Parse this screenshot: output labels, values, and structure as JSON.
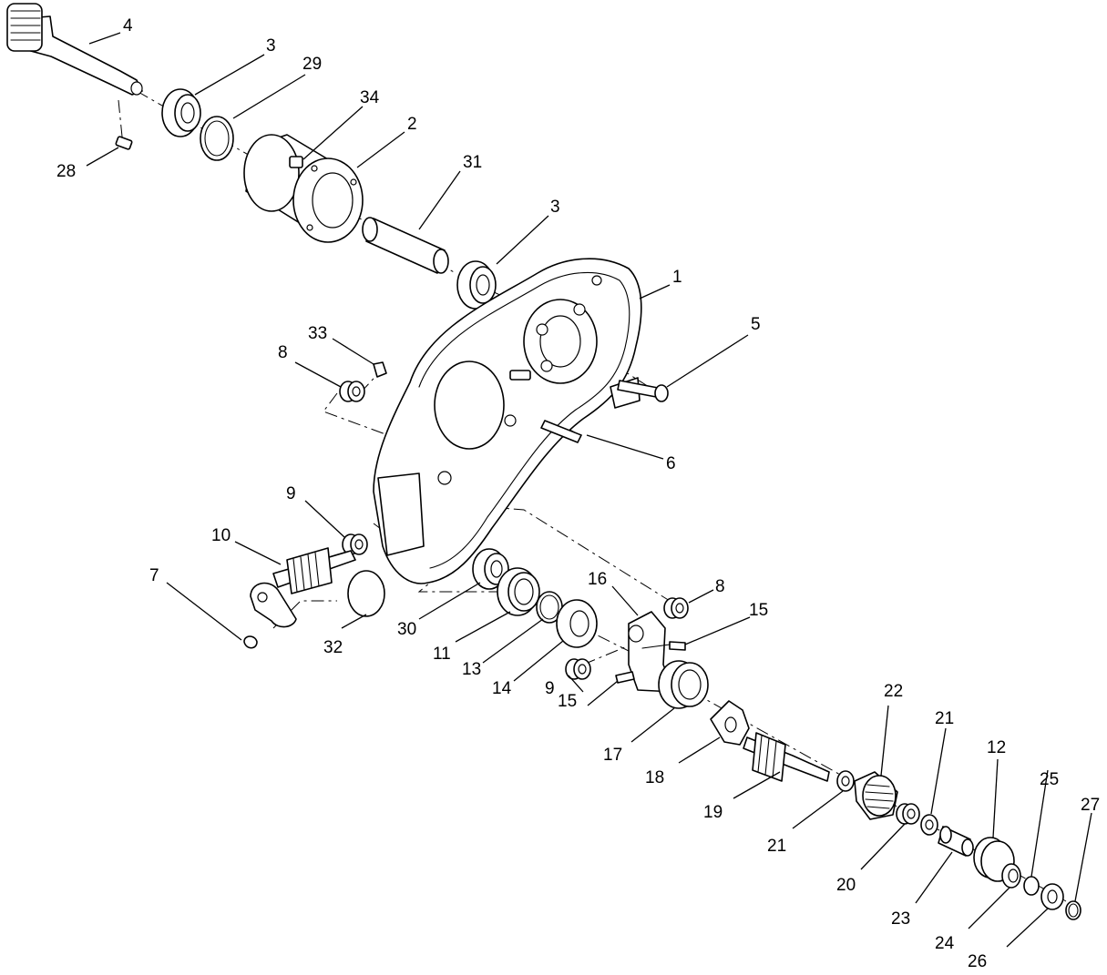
{
  "callouts": [
    {
      "id": "c4a",
      "text": "4"
    },
    {
      "id": "c3a",
      "text": "3"
    },
    {
      "id": "c29",
      "text": "29"
    },
    {
      "id": "c34",
      "text": "34"
    },
    {
      "id": "c2",
      "text": "2"
    },
    {
      "id": "c28",
      "text": "28"
    },
    {
      "id": "c31",
      "text": "31"
    },
    {
      "id": "c3b",
      "text": "3"
    },
    {
      "id": "c1",
      "text": "1"
    },
    {
      "id": "c5",
      "text": "5"
    },
    {
      "id": "c33",
      "text": "33"
    },
    {
      "id": "c8a",
      "text": "8"
    },
    {
      "id": "c6",
      "text": "6"
    },
    {
      "id": "c9a",
      "text": "9"
    },
    {
      "id": "c10",
      "text": "10"
    },
    {
      "id": "c7",
      "text": "7"
    },
    {
      "id": "c32",
      "text": "32"
    },
    {
      "id": "c30",
      "text": "30"
    },
    {
      "id": "c11",
      "text": "11"
    },
    {
      "id": "c13",
      "text": "13"
    },
    {
      "id": "c14",
      "text": "14"
    },
    {
      "id": "c16",
      "text": "16"
    },
    {
      "id": "c8b",
      "text": "8"
    },
    {
      "id": "c15a",
      "text": "15"
    },
    {
      "id": "c9b",
      "text": "9"
    },
    {
      "id": "c15b",
      "text": "15"
    },
    {
      "id": "c17",
      "text": "17"
    },
    {
      "id": "c18",
      "text": "18"
    },
    {
      "id": "c19",
      "text": "19"
    },
    {
      "id": "c22",
      "text": "22"
    },
    {
      "id": "c21a",
      "text": "21"
    },
    {
      "id": "c21b",
      "text": "21"
    },
    {
      "id": "c20",
      "text": "20"
    },
    {
      "id": "c12",
      "text": "12"
    },
    {
      "id": "c23",
      "text": "23"
    },
    {
      "id": "c25",
      "text": "25"
    },
    {
      "id": "c24",
      "text": "24"
    },
    {
      "id": "c27",
      "text": "27"
    },
    {
      "id": "c26",
      "text": "26"
    }
  ]
}
